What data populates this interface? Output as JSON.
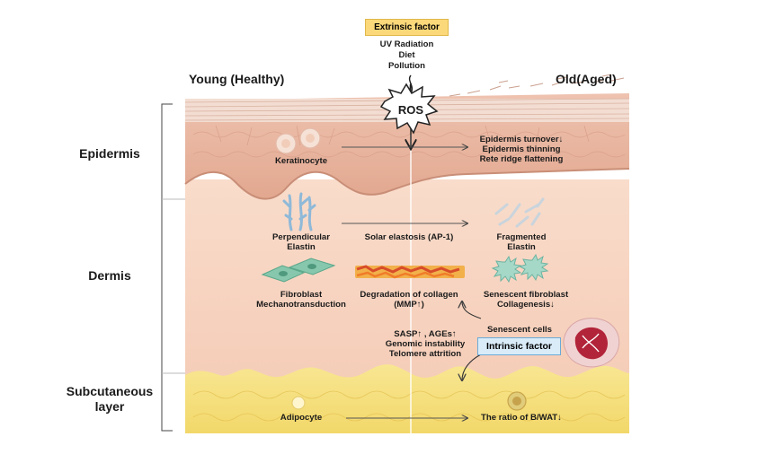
{
  "header": {
    "young": "Young (Healthy)",
    "old": "Old(Aged)"
  },
  "extrinsic": {
    "label": "Extrinsic factor",
    "items": [
      "UV Radiation",
      "Diet",
      "Pollution"
    ]
  },
  "ros": "ROS",
  "layers": {
    "epidermis": "Epidermis",
    "dermis": "Dermis",
    "subcutaneous": [
      "Subcutaneous",
      "layer"
    ]
  },
  "epidermis": {
    "young_cell": "Keratinocyte",
    "aged": [
      "Epidermis turnover↓",
      "Epidermis thinning",
      "Rete ridge flattening"
    ]
  },
  "dermis": {
    "elastin_young": [
      "Perpendicular",
      "Elastin"
    ],
    "elastin_process": "Solar elastosis (AP-1)",
    "elastin_aged": [
      "Fragmented",
      "Elastin"
    ],
    "fibro_young": [
      "Fibroblast",
      "Mechanotransduction"
    ],
    "collagen_process": [
      "Degradation of collagen",
      "(MMP↑)"
    ],
    "fibro_aged": [
      "Senescent fibroblast",
      "Collagenesis↓"
    ]
  },
  "intrinsic": {
    "senescent_cells": "Senescent cells",
    "label": "Intrinsic factor",
    "items": [
      "SASP↑ , AGEs↑",
      "Genomic instability",
      "Telomere attrition"
    ]
  },
  "subcutaneous": {
    "young_cell": "Adipocyte",
    "aged": "The ratio of B/WAT↓"
  },
  "colors": {
    "extrinsic_box": "#fbd97a",
    "intrinsic_box": "#d9ecf8",
    "intrinsic_border": "#6aaad6",
    "epidermis": "#e9b8a3",
    "dermis": "#f7d3c0",
    "fat": "#f4df7a"
  }
}
